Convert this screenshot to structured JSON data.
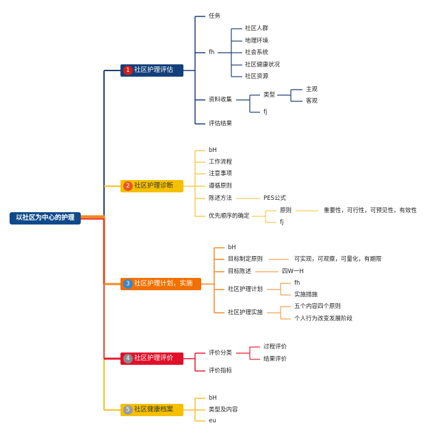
{
  "root": {
    "label": "以社区为中心的护理"
  },
  "branches": [
    {
      "number": "1",
      "label": "社区护理评估",
      "colors": {
        "box": "#13407a",
        "text": "#ffffff",
        "badge": "#cc1f1f",
        "line": "#1b3f73"
      },
      "children": [
        {
          "label": "任务"
        },
        {
          "label": "fh",
          "children": [
            {
              "label": "社区人群"
            },
            {
              "label": "地理环境"
            },
            {
              "label": "社会系统"
            },
            {
              "label": "社区健康状况"
            },
            {
              "label": "社区资源"
            }
          ]
        },
        {
          "label": "资料收集",
          "children": [
            {
              "label": "类型",
              "children": [
                {
                  "label": "主观"
                },
                {
                  "label": "客观"
                }
              ]
            },
            {
              "label": "fj"
            }
          ]
        },
        {
          "label": "评估结果"
        }
      ]
    },
    {
      "number": "2",
      "label": "社区护理诊断",
      "colors": {
        "box": "#f5c000",
        "text": "#333333",
        "badge": "#e8581a",
        "line": "#f2c12e"
      },
      "children": [
        {
          "label": "bH"
        },
        {
          "label": "工作流程"
        },
        {
          "label": "注意事项"
        },
        {
          "label": "遵循原则"
        },
        {
          "label": "陈述方法",
          "children": [
            {
              "label": "PES公式"
            }
          ]
        },
        {
          "label": "优先顺序的确定",
          "children": [
            {
              "label": "原则",
              "children": [
                {
                  "label": "重要性，可行性，可预见性，有效性"
                }
              ]
            },
            {
              "label": "fj"
            }
          ]
        }
      ]
    },
    {
      "number": "3",
      "label": "社区护理计划，实施",
      "colors": {
        "box": "#f07000",
        "text": "#ffffff",
        "badge": "#3a86c8",
        "line": "#f08a24"
      },
      "children": [
        {
          "label": "bH"
        },
        {
          "label": "目标制定原则",
          "children": [
            {
              "label": "可实现，可观察，可量化，有期限"
            }
          ]
        },
        {
          "label": "目标陈述",
          "children": [
            {
              "label": "四W一H"
            }
          ]
        },
        {
          "label": "社区护理计划",
          "children": [
            {
              "label": "fh"
            },
            {
              "label": "实施措施"
            }
          ]
        },
        {
          "label": "社区护理实施",
          "children": [
            {
              "label": "五个内容四个原则"
            },
            {
              "label": "个人行为改变发展阶段"
            }
          ]
        }
      ]
    },
    {
      "number": "4",
      "label": "社区护理评价",
      "colors": {
        "box": "#e0102a",
        "text": "#ffffff",
        "badge": "#8a8a8a",
        "line": "#e21a2e"
      },
      "children": [
        {
          "label": "评价分类",
          "children": [
            {
              "label": "过程评价"
            },
            {
              "label": "结果评价"
            }
          ]
        },
        {
          "label": "评价指标"
        }
      ]
    },
    {
      "number": "5",
      "label": "社区健康档案",
      "colors": {
        "box": "#f5c000",
        "text": "#333333",
        "badge": "#9c9c9c",
        "line": "#f2c12e"
      },
      "children": [
        {
          "label": "bH"
        },
        {
          "label": "类型及内容"
        },
        {
          "label": "eu"
        }
      ]
    }
  ]
}
